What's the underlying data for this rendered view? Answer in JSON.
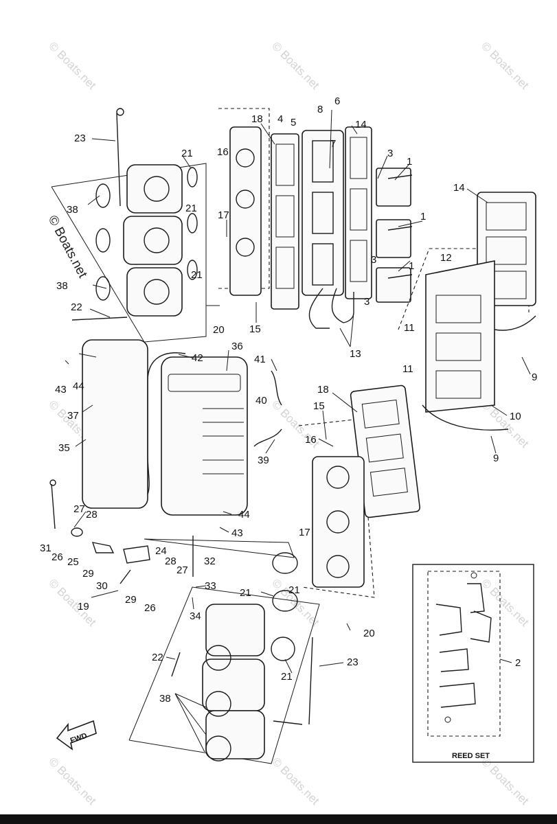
{
  "diagram": {
    "callouts": [
      "1",
      "1",
      "1",
      "2",
      "3",
      "3",
      "3",
      "4",
      "5",
      "6",
      "7",
      "8",
      "9",
      "9",
      "10",
      "11",
      "11",
      "12",
      "13",
      "14",
      "14",
      "15",
      "15",
      "16",
      "16",
      "17",
      "17",
      "18",
      "18",
      "19",
      "20",
      "20",
      "21",
      "21",
      "21",
      "21",
      "21",
      "21",
      "22",
      "22",
      "23",
      "23",
      "24",
      "25",
      "26",
      "26",
      "27",
      "27",
      "28",
      "28",
      "29",
      "29",
      "30",
      "31",
      "32",
      "33",
      "34",
      "35",
      "36",
      "37",
      "38",
      "38",
      "38",
      "39",
      "40",
      "41",
      "42",
      "43",
      "43",
      "44",
      "44"
    ],
    "reed_set_label": "REED SET",
    "reed_set_number": "2",
    "fwd_label": "FWD",
    "watermark": "© Boats.net",
    "watermark_side": "© Boats.net"
  }
}
